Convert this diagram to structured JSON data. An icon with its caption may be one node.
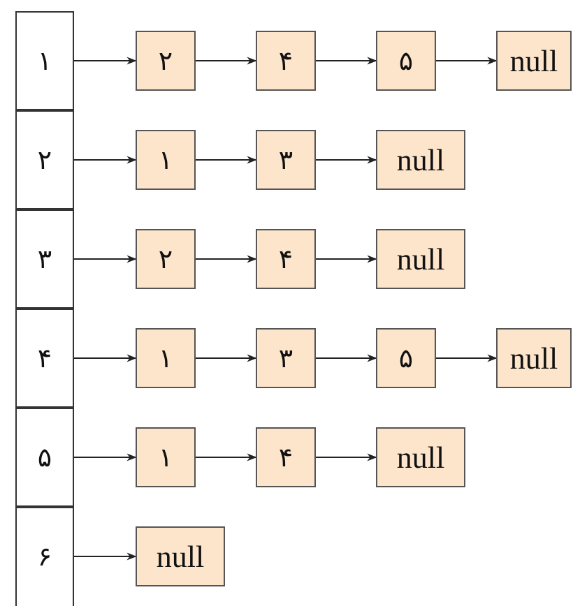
{
  "diagram": {
    "nodes": [
      {
        "text": [
          "١"
        ]
      },
      {
        "text": [
          "٢"
        ]
      },
      {
        "text": [
          "۴"
        ]
      },
      {
        "text": [
          "۵"
        ]
      },
      {
        "text": [
          "null"
        ]
      },
      {
        "text": [
          "٢"
        ]
      },
      {
        "text": [
          "١"
        ]
      },
      {
        "text": [
          "٣"
        ]
      },
      {
        "text": [
          "null"
        ]
      },
      {
        "text": [
          "٣"
        ]
      },
      {
        "text": [
          "٢"
        ]
      },
      {
        "text": [
          "۴"
        ]
      },
      {
        "text": [
          "null"
        ]
      },
      {
        "text": [
          "۴"
        ]
      },
      {
        "text": [
          "١"
        ]
      },
      {
        "text": [
          "٣"
        ]
      },
      {
        "text": [
          "۵"
        ]
      },
      {
        "text": [
          "null"
        ]
      },
      {
        "text": [
          "۵"
        ]
      },
      {
        "text": [
          "١"
        ]
      },
      {
        "text": [
          "۴"
        ]
      },
      {
        "text": [
          "null"
        ]
      },
      {
        "text": [
          "۶"
        ]
      },
      {
        "text": [
          "null"
        ]
      }
    ],
    "edges": [
      {
        "from": 0,
        "to": 1,
        "arrow": "to"
      },
      {
        "from": 1,
        "to": 2,
        "arrow": "to"
      },
      {
        "from": 2,
        "to": 3,
        "arrow": "to"
      },
      {
        "from": 3,
        "to": 4,
        "arrow": "to"
      },
      {
        "from": 5,
        "to": 6,
        "arrow": "to"
      },
      {
        "from": 6,
        "to": 7,
        "arrow": "to"
      },
      {
        "from": 7,
        "to": 8,
        "arrow": "to"
      },
      {
        "from": 9,
        "to": 10,
        "arrow": "to"
      },
      {
        "from": 10,
        "to": 11,
        "arrow": "to"
      },
      {
        "from": 11,
        "to": 12,
        "arrow": "to"
      },
      {
        "from": 13,
        "to": 14,
        "arrow": "to"
      },
      {
        "from": 14,
        "to": 15,
        "arrow": "to"
      },
      {
        "from": 15,
        "to": 16,
        "arrow": "to"
      },
      {
        "from": 16,
        "to": 17,
        "arrow": "to"
      },
      {
        "from": 18,
        "to": 19,
        "arrow": "to"
      },
      {
        "from": 19,
        "to": 20,
        "arrow": "to"
      },
      {
        "from": 20,
        "to": 21,
        "arrow": "to"
      },
      {
        "from": 22,
        "to": 23,
        "arrow": "to"
      }
    ]
  }
}
